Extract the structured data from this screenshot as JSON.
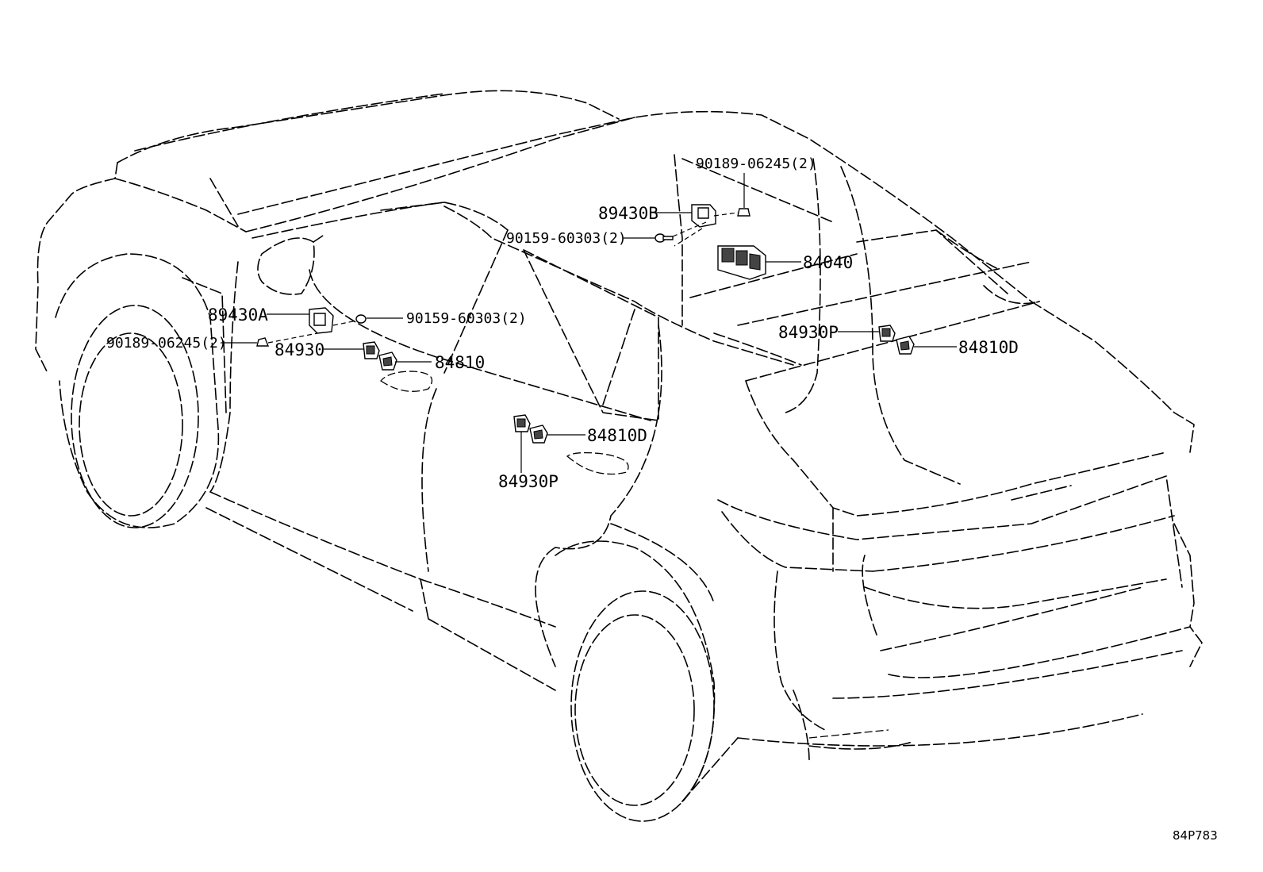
{
  "parts": {
    "p90189_top": "90189-06245(2)",
    "p89430B": "89430B",
    "p90159_top": "90159-60303(2)",
    "p84040": "84040",
    "p89430A": "89430A",
    "p90159_mid": "90159-60303(2)",
    "p90189_left": "90189-06245(2)",
    "p84930": "84930",
    "p84810": "84810",
    "p84930P_rear": "84930P",
    "p84810D_rear": "84810D",
    "p84810D_mid": "84810D",
    "p84930P_mid": "84930P"
  },
  "diagram_code": "84P783"
}
